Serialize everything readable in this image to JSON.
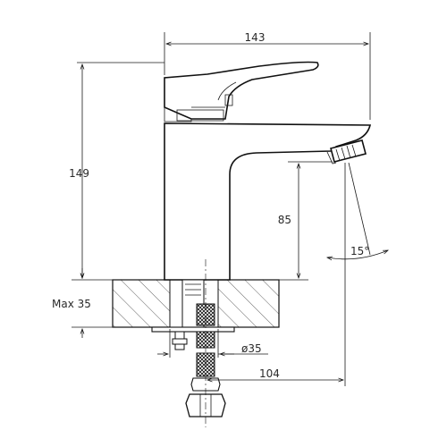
{
  "drawing": {
    "colors": {
      "line": "#111111",
      "background": "#ffffff"
    },
    "dimensions": {
      "overall_width": "143",
      "total_height": "149",
      "spout_height": "85",
      "deck_max": "Max 35",
      "hole_diameter": "ø35",
      "spout_reach": "104",
      "spout_angle": "15°"
    }
  }
}
